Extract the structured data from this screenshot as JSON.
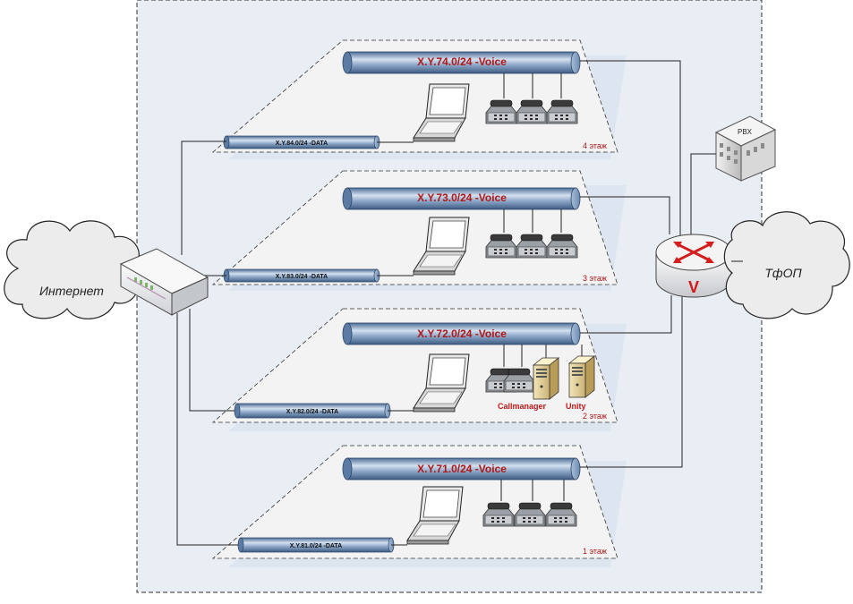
{
  "clouds": {
    "internet": "Интернет",
    "pstn": "ТфОП"
  },
  "pbx_label": "PBX",
  "gateway_label": "V",
  "floors": [
    {
      "voice": "X.Y.74.0/24 -Voice",
      "data": "X.Y.84.0/24 -DATA",
      "floor": "4 этаж"
    },
    {
      "voice": "X.Y.73.0/24 -Voice",
      "data": "X.Y.83.0/24 -DATA",
      "floor": "3 этаж"
    },
    {
      "voice": "X.Y.72.0/24 -Voice",
      "data": "X.Y.82.0/24 -DATA",
      "floor": "2 этаж",
      "servers": [
        "Callmanager",
        "Unity"
      ]
    },
    {
      "voice": "X.Y.71.0/24 -Voice",
      "data": "X.Y.81.0/24 -DATA",
      "floor": "1 этаж"
    }
  ],
  "colors": {
    "building_bg": "#e9eef5",
    "floor_bg": "#f3f3f3",
    "pipe_fill": "#6f8fb5",
    "pipe_light": "#d4e1f0",
    "label_red": "#b01818"
  }
}
